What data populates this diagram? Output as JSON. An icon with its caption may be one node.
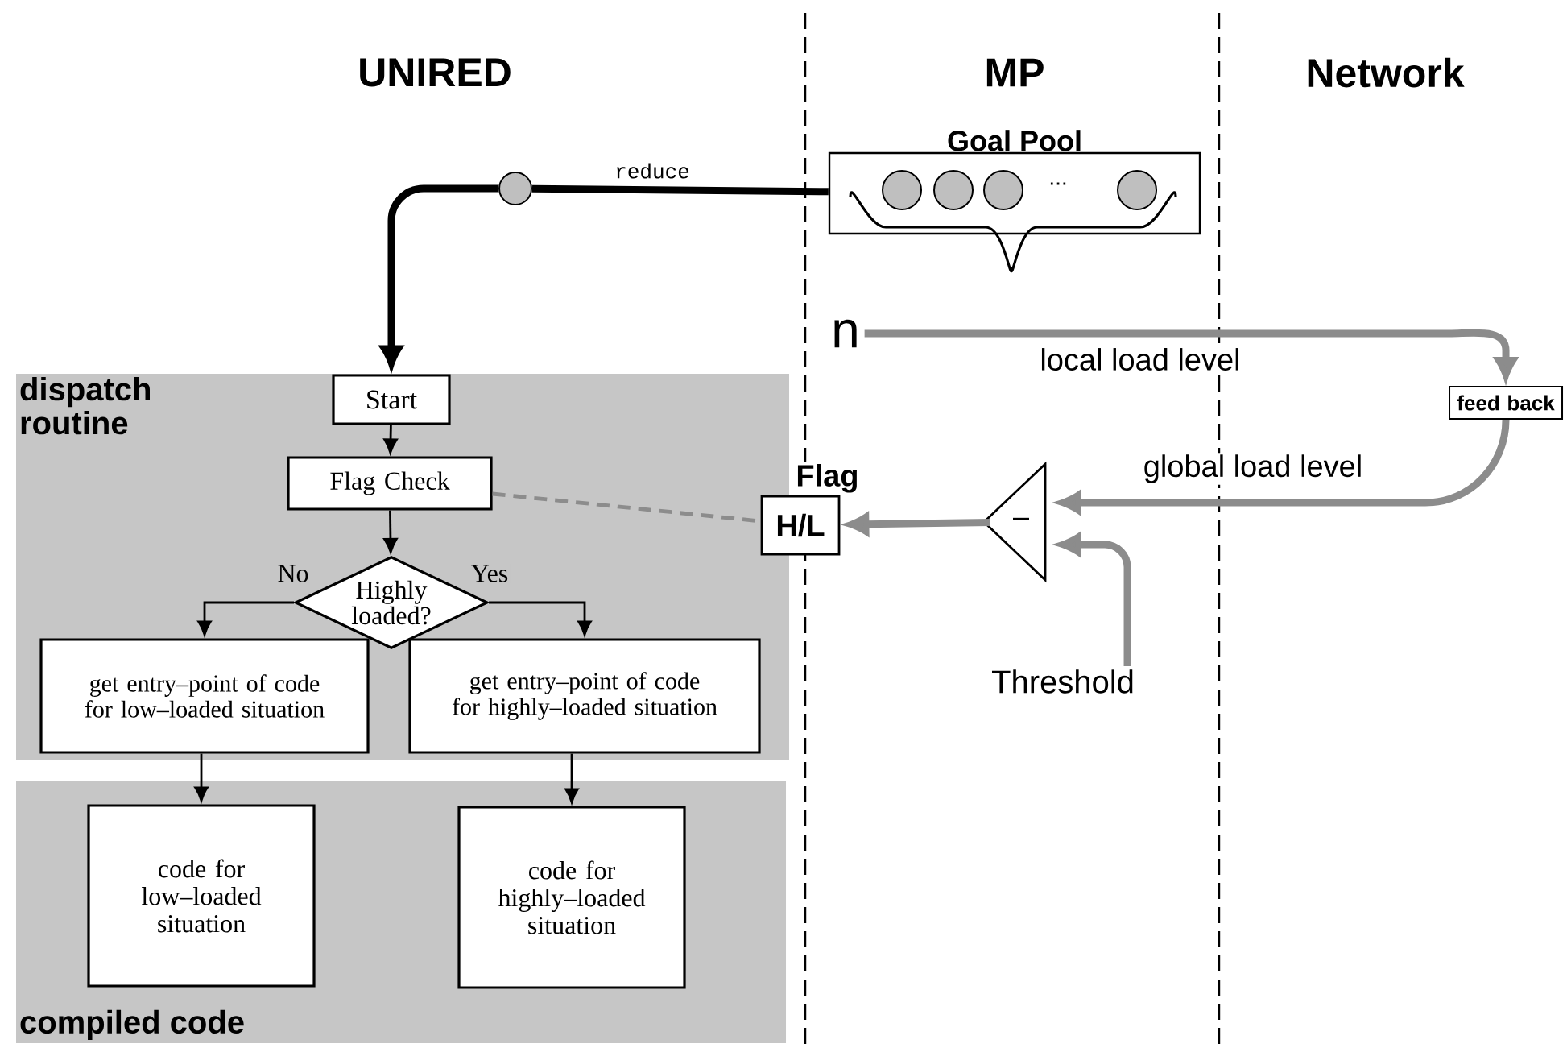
{
  "diagram": {
    "nodes": [
      {
        "text": [
          "dispatch routine"
        ]
      },
      {
        "text": [
          "Start"
        ],
        "in": 0
      },
      {
        "text": [
          "Flag Check"
        ],
        "in": 0
      },
      {
        "text": [
          "Highly loaded?"
        ],
        "in": 0
      },
      {
        "text": [
          "get entry–point of code for low–loaded situation"
        ],
        "in": 0
      },
      {
        "text": [
          "get entry–point of code for highly–loaded situation"
        ],
        "in": 0
      },
      {
        "text": [
          "compiled code"
        ]
      },
      {
        "text": [
          "code for low–loaded situation"
        ],
        "in": 6
      },
      {
        "text": [
          "code for highly–loaded situation"
        ],
        "in": 6
      },
      {
        "text": [
          "Goal Pool",
          "..."
        ]
      },
      {
        "text": [],
        "shape": "circle"
      },
      {
        "text": [
          "Flag",
          "H/L"
        ]
      },
      {
        "text": [
          "–"
        ]
      },
      {
        "text": [
          "n"
        ]
      },
      {
        "text": [
          "feed back"
        ]
      },
      {
        "text": [
          "Threshold"
        ]
      }
    ],
    "edges": [
      {
        "from": 9,
        "to": 10,
        "arrow": "none",
        "label": "reduce",
        "style": "thick"
      },
      {
        "from": 10,
        "to": 1,
        "arrow": "to",
        "style": "thick"
      },
      {
        "from": 1,
        "to": 2,
        "arrow": "to"
      },
      {
        "from": 2,
        "to": 3,
        "arrow": "to"
      },
      {
        "from": 3,
        "to": 4,
        "arrow": "to",
        "label": "No"
      },
      {
        "from": 3,
        "to": 5,
        "arrow": "to",
        "label": "Yes"
      },
      {
        "from": 4,
        "to": 7,
        "arrow": "to"
      },
      {
        "from": 5,
        "to": 8,
        "arrow": "to"
      },
      {
        "from": 2,
        "to": 11,
        "arrow": "none",
        "style": "dashed",
        "color": "#8c8c8c"
      },
      {
        "from": 13,
        "to": 14,
        "arrow": "to",
        "label": "local load level",
        "style": "thick",
        "color": "#8c8c8c"
      },
      {
        "from": 14,
        "to": 12,
        "arrow": "to",
        "label": "global load level",
        "style": "thick",
        "color": "#8c8c8c"
      },
      {
        "from": 12,
        "to": 11,
        "arrow": "to",
        "style": "thick",
        "color": "#8c8c8c"
      },
      {
        "from": 15,
        "to": 12,
        "arrow": "to",
        "style": "thick",
        "color": "#8c8c8c"
      }
    ],
    "labels": [
      "UNIRED",
      "MP",
      "Network"
    ]
  }
}
